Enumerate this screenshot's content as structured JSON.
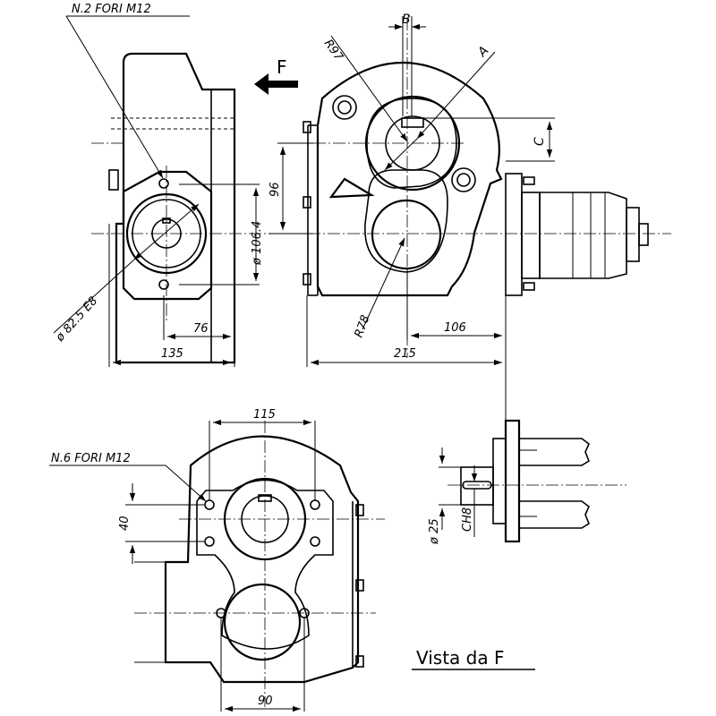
{
  "labels": {
    "holes_2": "N.2 FORI M12",
    "holes_6": "N.6 FORI M12",
    "direction": "F",
    "dim_b": "B",
    "dim_a": "A",
    "dim_c": "C",
    "radius_97": "R97",
    "radius_78": "R78",
    "dim_96": "96",
    "dim_106_4": "ø 106.4",
    "dim_82_5": "ø 82.5 E8",
    "dim_76": "76",
    "dim_135": "135",
    "dim_215": "215",
    "dim_106": "106",
    "dim_115": "115",
    "dim_40": "40",
    "dim_90": "90",
    "dim_25": "ø 25",
    "dim_ch8": "CH8",
    "view_title": "Vista da F"
  }
}
